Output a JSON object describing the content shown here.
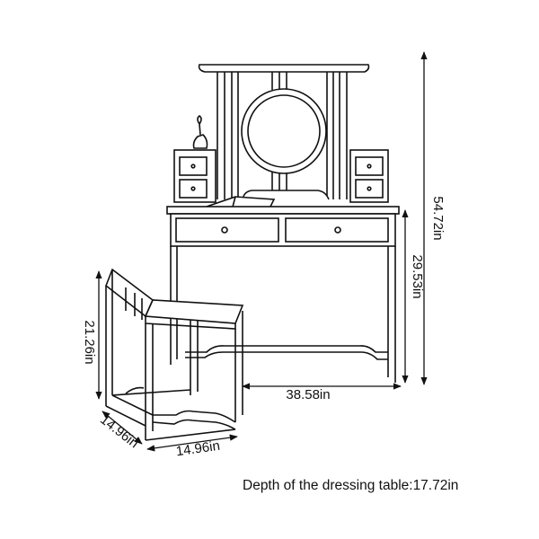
{
  "dimensions": {
    "total_height": "54.72in",
    "table_height": "29.53in",
    "table_width": "38.58in",
    "stool_height": "21.26in",
    "stool_depth": "14.96in",
    "stool_width": "14.96in"
  },
  "caption": "Depth of the dressing table:17.72in",
  "colors": {
    "line": "#111111",
    "fill": "#ffffff"
  }
}
